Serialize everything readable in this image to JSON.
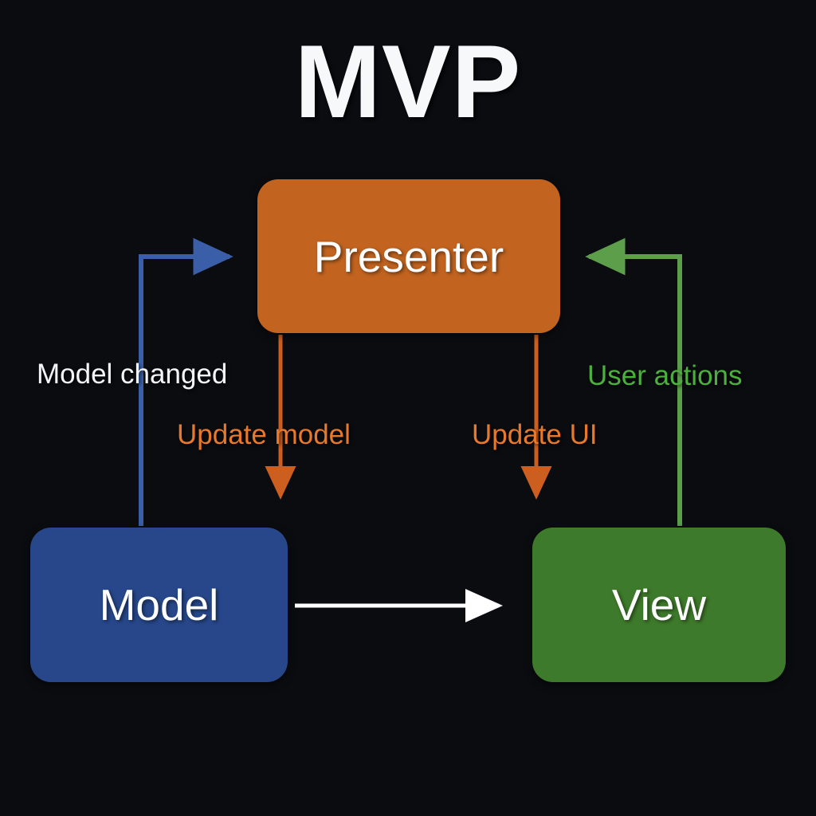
{
  "diagram": {
    "title": "MVP",
    "background_color": "#0b0c10",
    "nodes": [
      {
        "id": "presenter",
        "label": "Presenter",
        "color": "#c26420",
        "text_color": "#fdfdfd"
      },
      {
        "id": "model",
        "label": "Model",
        "color": "#27478a",
        "text_color": "#fdfdfd"
      },
      {
        "id": "view",
        "label": "View",
        "color": "#3e7a2b",
        "text_color": "#fdfdfd"
      }
    ],
    "edges": [
      {
        "id": "model-changed",
        "label": "Model changed",
        "from": "model",
        "to": "presenter",
        "color": "#3a5fa8",
        "label_color": "#f4f5f7"
      },
      {
        "id": "update-model",
        "label": "Update model",
        "from": "presenter",
        "to": "model",
        "color": "#cc5f20",
        "label_color": "#e8792a"
      },
      {
        "id": "update-ui",
        "label": "Update UI",
        "from": "presenter",
        "to": "view",
        "color": "#cc5f20",
        "label_color": "#e8792a"
      },
      {
        "id": "user-actions",
        "label": "User actions",
        "from": "view",
        "to": "presenter",
        "color": "#5c9e4a",
        "label_color": "#4caf3e"
      },
      {
        "id": "model-to-view",
        "label": "",
        "from": "model",
        "to": "view",
        "color": "#ffffff",
        "label_color": "#ffffff"
      }
    ]
  }
}
